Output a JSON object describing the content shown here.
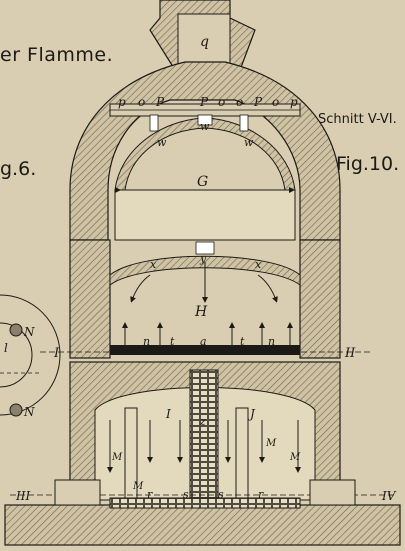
{
  "header": {
    "caption_fragment": "er Flamme.",
    "section_label": "Schnitt V-VI.",
    "fig_left": "g.6.",
    "fig_right": "Fig.10."
  },
  "labels": {
    "chimney": "q",
    "port_row_top": [
      "p",
      "o",
      "P",
      "P",
      "o",
      "o",
      "P",
      "o",
      "p"
    ],
    "dome_ports": [
      "w",
      "w",
      "w"
    ],
    "upper_chamber": "G",
    "mid_ports": [
      "x",
      "y",
      "x"
    ],
    "middle_chamber": "H",
    "floor_letters": [
      "n",
      "t",
      "a",
      "t",
      "n"
    ],
    "section_left": "I",
    "section_right": "II",
    "lower_left_letter": "I",
    "lower_right_letter": "J",
    "lower_shaft_letter": "z",
    "lower_marks": [
      "M",
      "M",
      "M",
      "M"
    ],
    "bottom_letters": [
      "r",
      "s",
      "s",
      "r"
    ],
    "section_bottom_left": "III",
    "section_bottom_right": "IV",
    "fig6_letters": [
      "N",
      "l",
      "N"
    ]
  },
  "colors": {
    "paper": "#d9ceb1",
    "ink": "#1c1a16",
    "hatch": "#6d6352"
  }
}
